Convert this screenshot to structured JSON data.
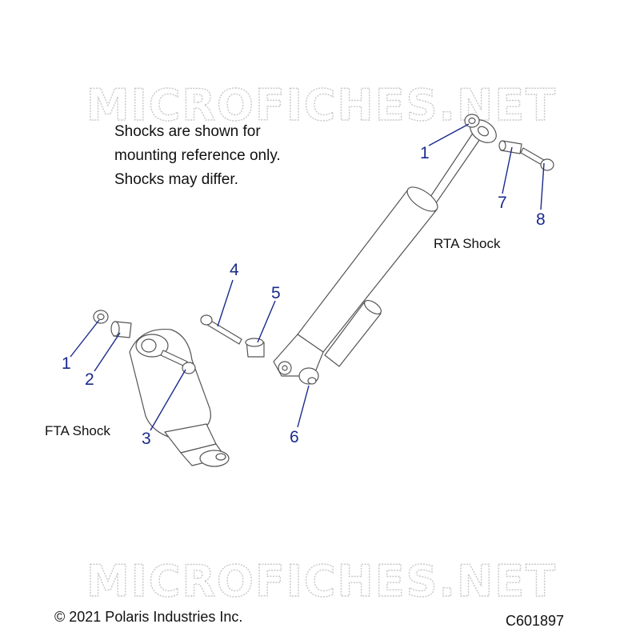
{
  "watermark": "MICROFICHES.NET",
  "note_lines": [
    "Shocks are shown for",
    "mounting reference only.",
    "Shocks may differ."
  ],
  "labels": {
    "rta_shock": "RTA Shock",
    "fta_shock": "FTA Shock"
  },
  "callouts": {
    "c1_left": "1",
    "c2": "2",
    "c3": "3",
    "c4": "4",
    "c5": "5",
    "c6": "6",
    "c1_right": "1",
    "c7": "7",
    "c8": "8"
  },
  "footer": {
    "copyright": "© 2021 Polaris Industries Inc.",
    "code": "C601897"
  },
  "colors": {
    "callout_text": "#1a2a8c",
    "leader_line": "#1a2a8c",
    "part_outline": "#555555"
  }
}
